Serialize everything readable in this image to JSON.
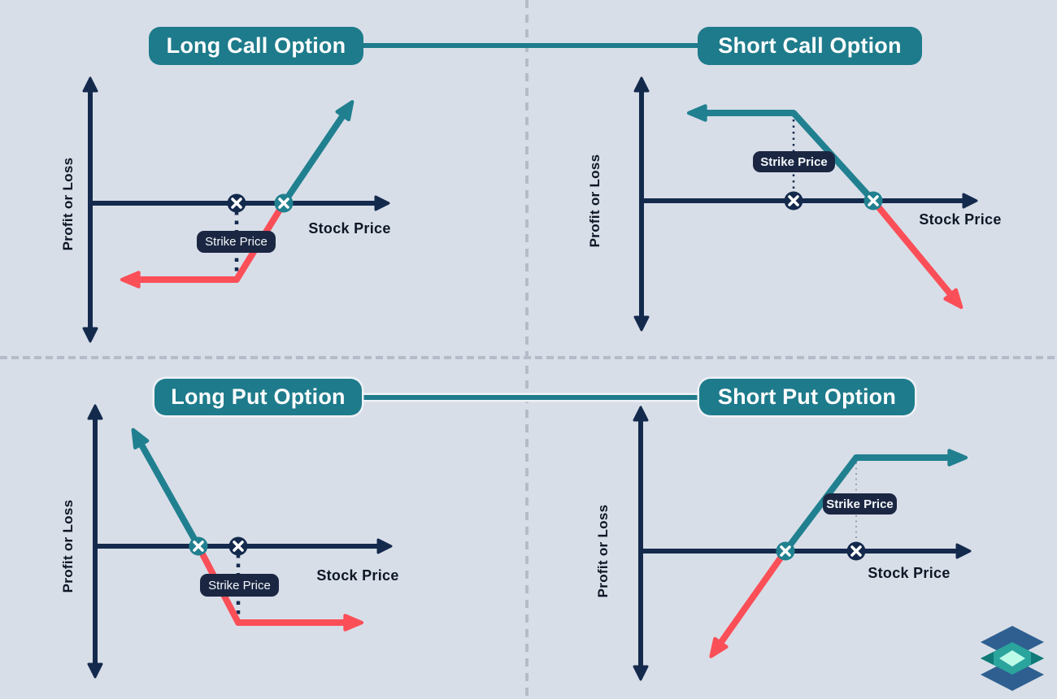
{
  "page": {
    "background": "#d8dee8"
  },
  "colors": {
    "background": "#d8dee8",
    "axis_navy": "#142a4d",
    "teal": "#1e7b8b",
    "profit_line_teal": "#21808f",
    "loss_line_red": "#fb4f58",
    "strike_badge_navy": "#1b2742",
    "divider_gray": "#b5bcc8",
    "label_text": "#0d1726",
    "badge_text": "#ffffff"
  },
  "panels": [
    {
      "id": "long-call",
      "title": "Long Call Option",
      "y_axis_label": "Profit or Loss",
      "x_axis_label": "Stock Price",
      "strike_label": "Strike Price"
    },
    {
      "id": "short-call",
      "title": "Short Call Option",
      "y_axis_label": "Profit or Loss",
      "x_axis_label": "Stock Price",
      "strike_label": "Strike Price"
    },
    {
      "id": "long-put",
      "title": "Long Put Option",
      "y_axis_label": "Profit or Loss",
      "x_axis_label": "Stock Price",
      "strike_label": "Strike Price"
    },
    {
      "id": "short-put",
      "title": "Short Put Option",
      "y_axis_label": "Profit or Loss",
      "x_axis_label": "Stock Price",
      "strike_label": "Strike Price"
    }
  ],
  "logo": {
    "name": "stacked-diamonds-logo",
    "colors": [
      "#2e5f90",
      "#2aa49c",
      "#117a78",
      "#bdfbe9"
    ]
  },
  "chart_data": [
    {
      "type": "line",
      "title": "Long Call Option",
      "xlabel": "Stock Price",
      "ylabel": "Profit or Loss",
      "series": [
        {
          "name": "loss-segment",
          "color": "#fb4f58",
          "points": [
            [
              0,
              -1
            ],
            [
              5,
              -1
            ],
            [
              6.5,
              0
            ]
          ]
        },
        {
          "name": "profit-segment",
          "color": "#21808f",
          "points": [
            [
              6.5,
              0
            ],
            [
              9,
              2.4
            ]
          ]
        }
      ],
      "annotations": {
        "strike_price_x": 5,
        "breakeven_x": 6.5,
        "strike_marker": "navy-circle-x",
        "breakeven_marker": "teal-circle-x"
      }
    },
    {
      "type": "line",
      "title": "Short Call Option",
      "xlabel": "Stock Price",
      "ylabel": "Profit or Loss",
      "series": [
        {
          "name": "profit-segment",
          "color": "#21808f",
          "points": [
            [
              0,
              1
            ],
            [
              5,
              1
            ],
            [
              6.5,
              0
            ]
          ]
        },
        {
          "name": "loss-segment",
          "color": "#fb4f58",
          "points": [
            [
              6.5,
              0
            ],
            [
              9,
              -2.4
            ]
          ]
        }
      ],
      "annotations": {
        "strike_price_x": 5,
        "breakeven_x": 6.5,
        "strike_marker": "navy-circle-x",
        "breakeven_marker": "teal-circle-x"
      }
    },
    {
      "type": "line",
      "title": "Long Put Option",
      "xlabel": "Stock Price",
      "ylabel": "Profit or Loss",
      "series": [
        {
          "name": "profit-segment",
          "color": "#21808f",
          "points": [
            [
              1,
              2.4
            ],
            [
              3.5,
              0
            ]
          ]
        },
        {
          "name": "loss-segment",
          "color": "#fb4f58",
          "points": [
            [
              3.5,
              0
            ],
            [
              5,
              -1
            ],
            [
              9,
              -1
            ]
          ]
        }
      ],
      "annotations": {
        "strike_price_x": 5,
        "breakeven_x": 3.5,
        "strike_marker": "navy-circle-x",
        "breakeven_marker": "teal-circle-x"
      }
    },
    {
      "type": "line",
      "title": "Short Put Option",
      "xlabel": "Stock Price",
      "ylabel": "Profit or Loss",
      "series": [
        {
          "name": "loss-segment",
          "color": "#fb4f58",
          "points": [
            [
              1,
              -2.4
            ],
            [
              3.5,
              0
            ]
          ]
        },
        {
          "name": "profit-segment",
          "color": "#21808f",
          "points": [
            [
              3.5,
              0
            ],
            [
              5,
              1
            ],
            [
              9,
              1
            ]
          ]
        }
      ],
      "annotations": {
        "strike_price_x": 5,
        "breakeven_x": 3.5,
        "strike_marker": "navy-circle-x",
        "breakeven_marker": "teal-circle-x"
      }
    }
  ]
}
